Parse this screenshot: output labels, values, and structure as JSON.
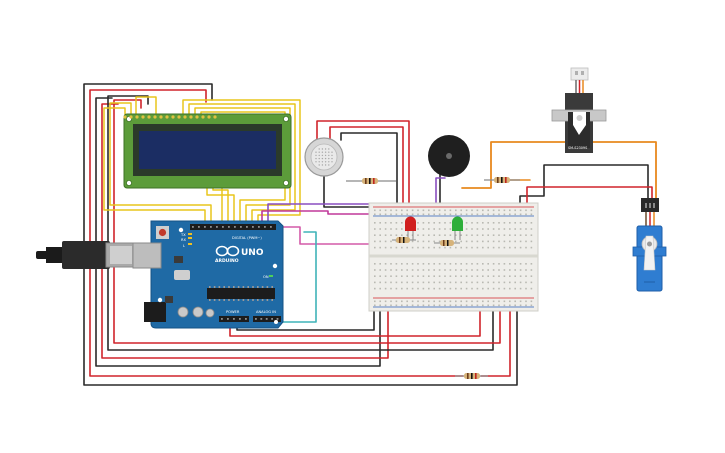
{
  "arduino": {
    "brand": "ARDUINO",
    "model": "UNO",
    "digital_label": "DIGITAL (PWM~)",
    "power_label": "POWER",
    "analog_label": "ANALOG IN",
    "tx_label": "TX",
    "rx_label": "RX",
    "on_label": "ON",
    "l_label": "L"
  },
  "servo_micro": {
    "label": "SM-S2309S"
  },
  "colors": {
    "arduino_board": "#1f6aa5",
    "lcd_pcb": "#5c9c3a",
    "lcd_screen": "#1b2d63",
    "breadboard": "#efeeea",
    "servo_body": "#2f7dd1",
    "wire_red": "#d0242b",
    "wire_black": "#2a2a2a",
    "wire_yellow": "#e8c51d",
    "wire_orange": "#e8891f",
    "wire_purple": "#8a4fc0",
    "wire_magenta": "#c0389a",
    "wire_teal": "#3fb3b8",
    "led_red": "#d01f1f",
    "led_green": "#2eae3a"
  },
  "components": [
    {
      "name": "lcd-16x2",
      "icon": "lcd-display-icon"
    },
    {
      "name": "gas-sensor",
      "icon": "gas-sensor-icon"
    },
    {
      "name": "piezo-buzzer",
      "icon": "buzzer-icon"
    },
    {
      "name": "micro-servo-top",
      "icon": "servo-icon"
    },
    {
      "name": "micro-servo-right",
      "icon": "servo-icon"
    },
    {
      "name": "breadboard",
      "icon": "breadboard-icon"
    },
    {
      "name": "red-led",
      "icon": "led-icon"
    },
    {
      "name": "green-led",
      "icon": "led-icon"
    },
    {
      "name": "resistors",
      "icon": "resistor-icon"
    },
    {
      "name": "usb-cable",
      "icon": "usb-plug-icon"
    }
  ]
}
